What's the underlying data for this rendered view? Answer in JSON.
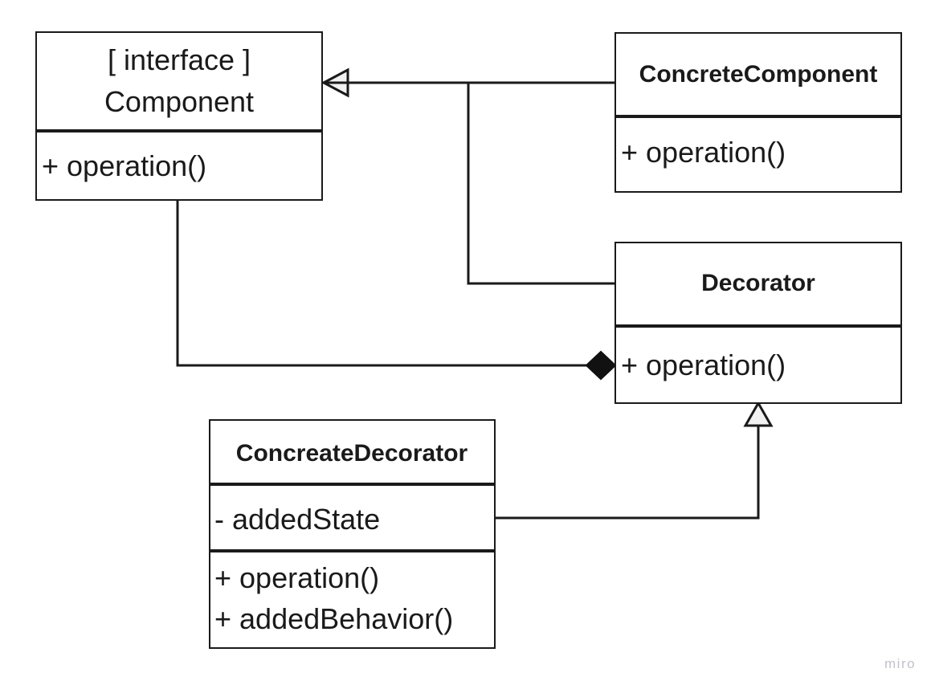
{
  "diagram": {
    "kind": "uml-class-diagram",
    "pattern_name": "Decorator",
    "colors": {
      "stroke": "#1a1a1a",
      "fill": "#ffffff",
      "arrow_fill": "#f2f2f2",
      "diamond_fill": "#111111",
      "watermark": "#c2c2cc"
    },
    "classes": [
      {
        "id": "component",
        "stereotype": "[ interface ]",
        "name": "Component",
        "title_style": "plain",
        "members": [
          "+ operation()"
        ],
        "compartments": [
          [
            "+ operation()"
          ]
        ]
      },
      {
        "id": "concrete-component",
        "stereotype": "",
        "name": "ConcreteComponent",
        "title_style": "bold",
        "members": [
          "+ operation()"
        ],
        "compartments": [
          [
            "+ operation()"
          ]
        ]
      },
      {
        "id": "decorator",
        "stereotype": "",
        "name": "Decorator",
        "title_style": "bold",
        "members": [
          "+ operation()"
        ],
        "compartments": [
          [
            "+ operation()"
          ]
        ]
      },
      {
        "id": "concreate-decorator",
        "stereotype": "",
        "name": "ConcreateDecorator",
        "title_style": "bold",
        "members": [
          "- addedState",
          "+ operation()",
          "+ addedBehavior()"
        ],
        "compartments": [
          [
            "- addedState"
          ],
          [
            "+ operation()",
            "+ addedBehavior()"
          ]
        ]
      }
    ],
    "relationships": [
      {
        "id": "rel-concretecomponent-component",
        "type": "generalization",
        "from": "ConcreteComponent",
        "to": "Component",
        "marker": "hollow-triangle"
      },
      {
        "id": "rel-decorator-component",
        "type": "generalization",
        "from": "Decorator",
        "to": "Component",
        "marker": "hollow-triangle"
      },
      {
        "id": "rel-component-decorator",
        "type": "composition",
        "from": "Decorator",
        "to": "Component",
        "marker": "filled-diamond"
      },
      {
        "id": "rel-concreatedecorator-decorator",
        "type": "generalization",
        "from": "ConcreateDecorator",
        "to": "Decorator",
        "marker": "hollow-triangle"
      }
    ]
  },
  "watermark": {
    "label": "miro"
  }
}
